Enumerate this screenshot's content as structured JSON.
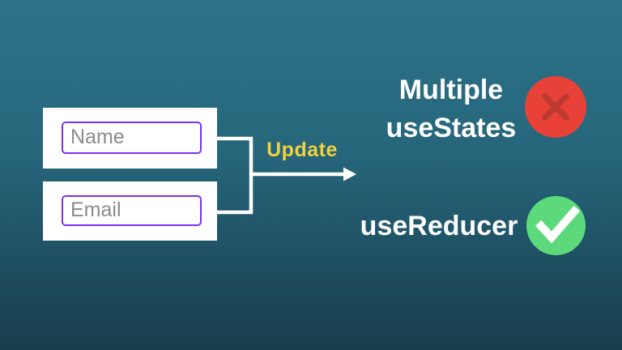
{
  "slide": {
    "topic": "react-state-management-comparison"
  },
  "colors": {
    "background_top": "#2d7489",
    "background_bottom": "#183d4c",
    "card_background": "#ffffff",
    "input_border": "#7c2ff0",
    "placeholder_text": "#8b8b8b",
    "connector_line": "#ffffff",
    "arrow_label_text": "#f1d13f",
    "option_label_text": "#fdfdfd",
    "reject_circle": "#e84138",
    "reject_x": "#bd3a31",
    "accept_circle": "#5cd97a",
    "accept_check": "#ffffff"
  },
  "form": {
    "fields": [
      {
        "placeholder": "Name"
      },
      {
        "placeholder": "Email"
      }
    ]
  },
  "arrow": {
    "label": "Update"
  },
  "options": [
    {
      "label": "Multiple useStates",
      "status": "rejected",
      "icon": "x-mark-icon"
    },
    {
      "label": "useReducer",
      "status": "accepted",
      "icon": "check-mark-icon"
    }
  ]
}
